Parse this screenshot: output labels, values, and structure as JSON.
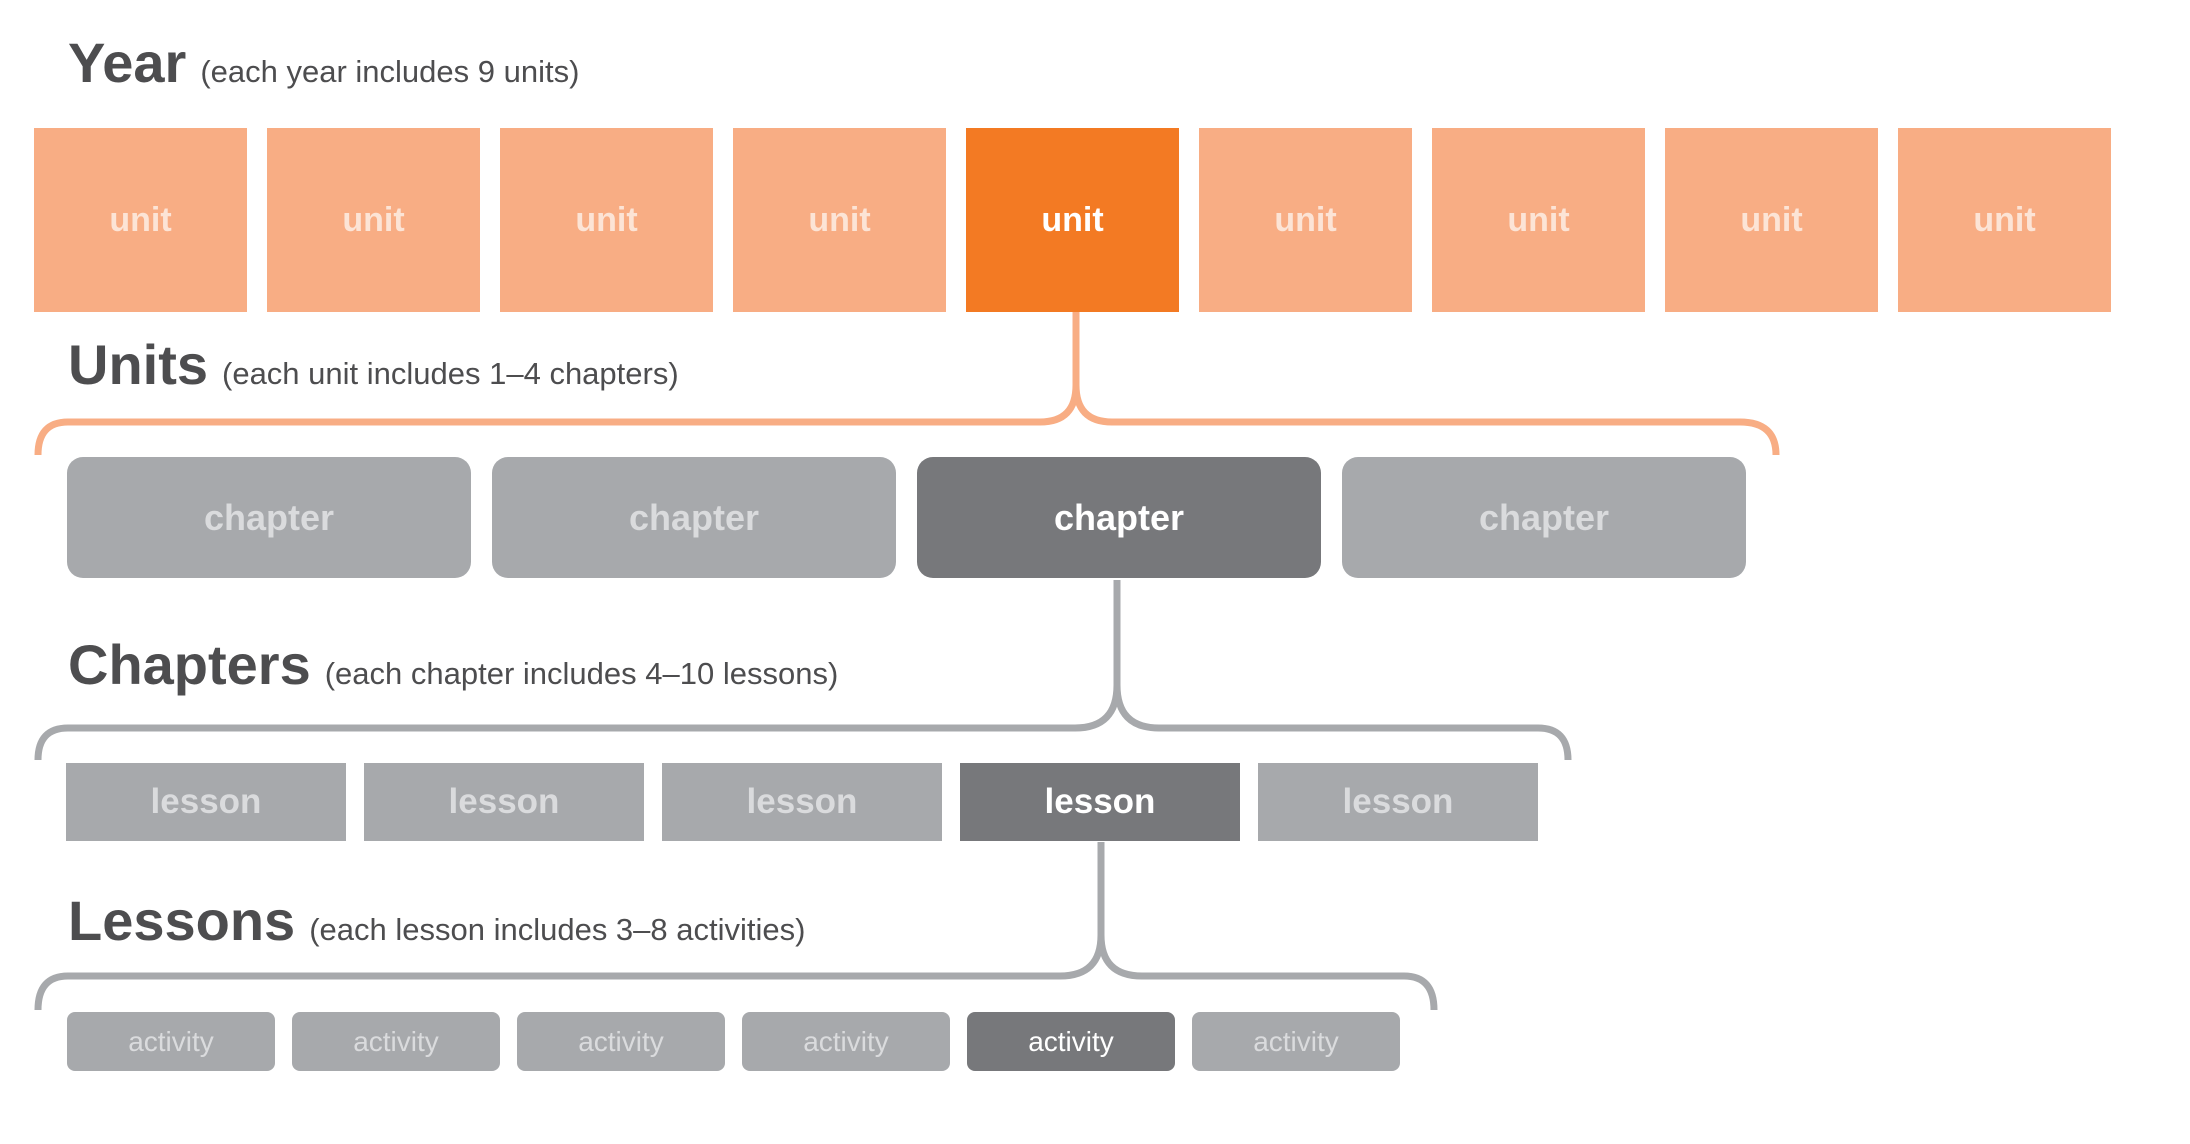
{
  "levels": {
    "year": {
      "title": "Year",
      "subtitle": "(each year includes 9 units)"
    },
    "units": {
      "title": "Units",
      "subtitle": "(each unit includes 1–4 chapters)"
    },
    "chapters": {
      "title": "Chapters",
      "subtitle": "(each chapter includes 4–10 lessons)"
    },
    "lessons": {
      "title": "Lessons",
      "subtitle": "(each lesson includes 3–8 activities)"
    }
  },
  "rows": {
    "units": {
      "items": [
        "unit",
        "unit",
        "unit",
        "unit",
        "unit",
        "unit",
        "unit",
        "unit",
        "unit"
      ],
      "selected_index": 4
    },
    "chapters": {
      "items": [
        "chapter",
        "chapter",
        "chapter",
        "chapter"
      ],
      "selected_index": 2
    },
    "lessons": {
      "items": [
        "lesson",
        "lesson",
        "lesson",
        "lesson",
        "lesson"
      ],
      "selected_index": 3
    },
    "activities": {
      "items": [
        "activity",
        "activity",
        "activity",
        "activity",
        "activity",
        "activity"
      ],
      "selected_index": 4
    }
  },
  "colors": {
    "unit": "#f8ad84",
    "unit_selected": "#f37a23",
    "gray": "#a7a9ac",
    "gray_selected": "#77787b",
    "heading": "#4d4d4f"
  }
}
